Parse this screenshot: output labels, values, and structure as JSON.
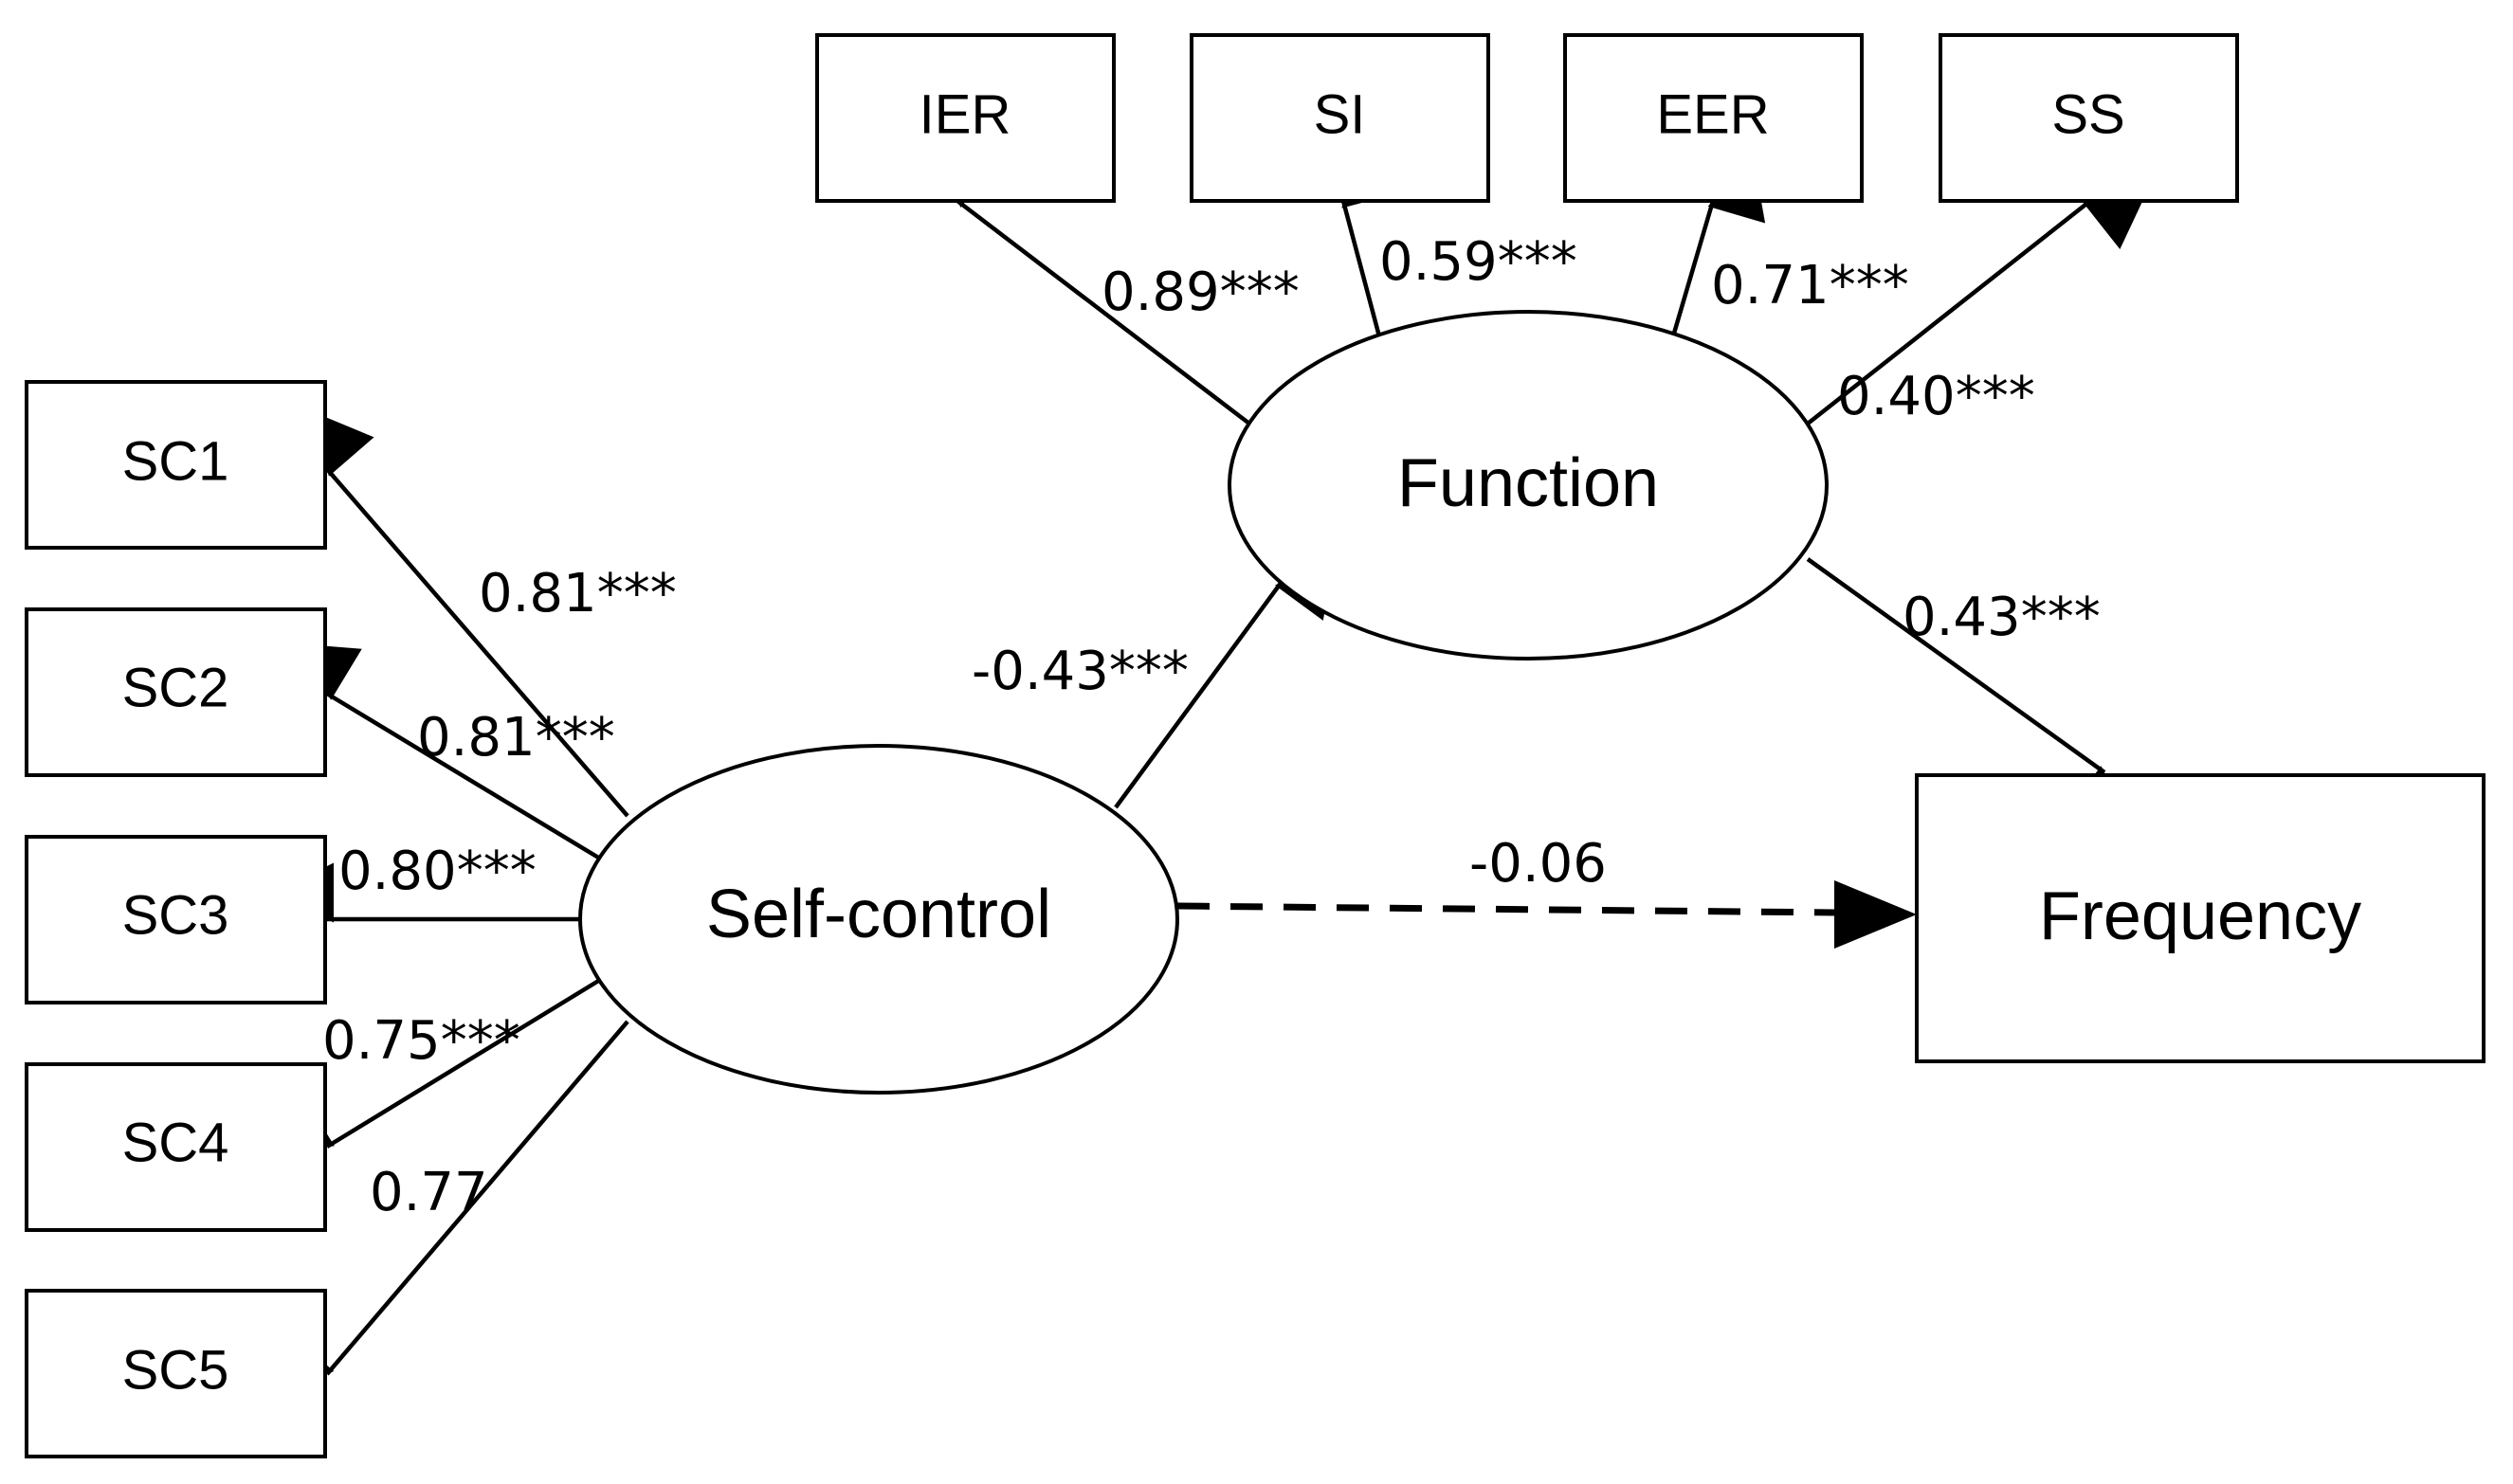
{
  "nodes": {
    "ier": "IER",
    "si": "SI",
    "eer": "EER",
    "ss": "SS",
    "sc1": "SC1",
    "sc2": "SC2",
    "sc3": "SC3",
    "sc4": "SC4",
    "sc5": "SC5",
    "function": "Function",
    "self_control": "Self-control",
    "frequency": "Frequency"
  },
  "paths": {
    "function_ier": "0.89***",
    "function_si": "0.59***",
    "function_eer": "0.71***",
    "function_ss": "0.40***",
    "function_frequency": "0.43***",
    "selfcontrol_function": "-0.43***",
    "selfcontrol_frequency": "-0.06",
    "selfcontrol_sc1": "0.81***",
    "selfcontrol_sc2": "0.81***",
    "selfcontrol_sc3": "0.80***",
    "selfcontrol_sc4": "0.75***",
    "selfcontrol_sc5": "0.77"
  }
}
